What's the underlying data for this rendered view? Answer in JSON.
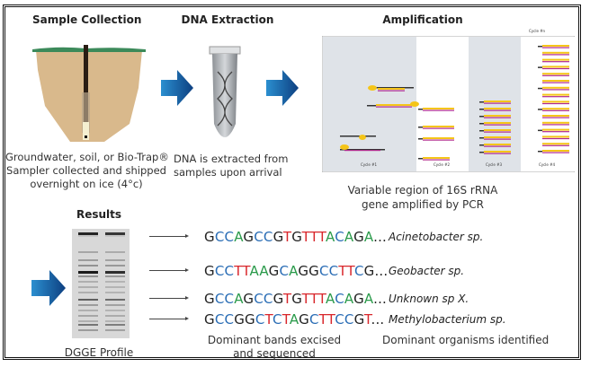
{
  "steps": {
    "sample": {
      "title": "Sample Collection",
      "caption": [
        "Groundwater, soil, or Bio-Trap®",
        "Sampler collected and shipped",
        "overnight on ice (4°c)"
      ]
    },
    "extraction": {
      "title": "DNA Extraction",
      "caption": [
        "DNA is extracted from",
        "samples upon arrival"
      ]
    },
    "amplification": {
      "title": "Amplification",
      "cycle_n": "Cycle #n",
      "cycles": [
        "Cycle #1",
        "Cycle #2",
        "Cycle #3",
        "Cycle #4"
      ],
      "caption": [
        "Variable region of 16S rRNA",
        "gene amplified by PCR"
      ]
    },
    "results": {
      "title": "Results",
      "gel_label": "DGGE Profile",
      "bands_caption": [
        "Dominant bands excised",
        "and sequenced"
      ],
      "organisms_caption": "Dominant organisms identified"
    }
  },
  "sequences": [
    {
      "seq": "GCCAGCCGTGTTTACAGA",
      "ellipsis": "...",
      "organism": "Acinetobacter sp."
    },
    {
      "seq": "GCCTTAAGCAGGCCTTCG",
      "ellipsis": "...",
      "organism": "Geobacter sp."
    },
    {
      "seq": "GCCAGCCGTGTTTACAGA",
      "ellipsis": "...",
      "organism": "Unknown sp X."
    },
    {
      "seq": "GCCGGCTCTAGCTTCCGT",
      "ellipsis": "...",
      "organism": "Methylobacterium sp."
    }
  ],
  "base_colors": {
    "G": "#222222",
    "C": "#2a6db5",
    "A": "#2a9a4a",
    "T": "#d8262b"
  },
  "colors": {
    "arrow": "#1a6fb0",
    "soil": "#d9b98c",
    "grass": "#3c8a5a",
    "strand_yellow": "#f5c518",
    "strand_magenta": "#b0268a"
  }
}
